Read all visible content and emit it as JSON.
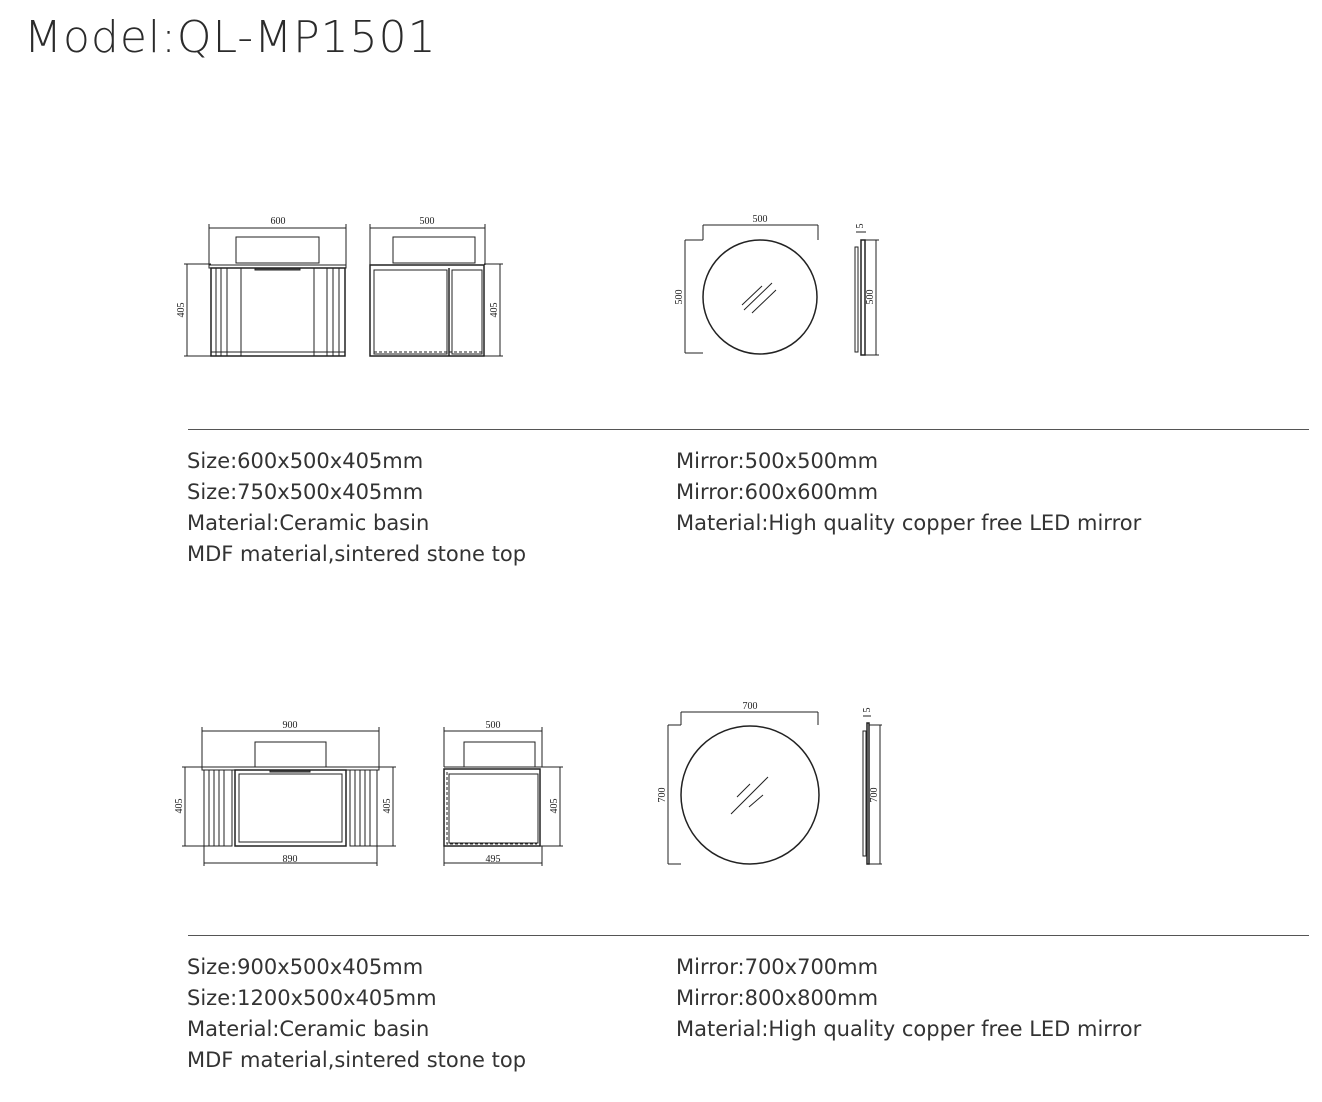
{
  "title": "Model:QL-MP1501",
  "section1": {
    "vanity_specs": [
      "Size:600x500x405mm",
      "Size:750x500x405mm",
      "Material:Ceramic basin",
      "MDF material,sintered stone top"
    ],
    "mirror_specs": [
      "Mirror:500x500mm",
      "Mirror:600x600mm",
      "Material:High quality copper free LED mirror"
    ],
    "dims": {
      "front_width": "600",
      "front_height": "405",
      "side_depth": "500",
      "side_height": "405",
      "mirror_width": "500",
      "mirror_height": "500",
      "mirror_side_height": "500",
      "mirror_thickness": "5"
    }
  },
  "section2": {
    "vanity_specs": [
      "Size:900x500x405mm",
      "Size:1200x500x405mm",
      "Material:Ceramic basin",
      "MDF material,sintered stone top"
    ],
    "mirror_specs": [
      "Mirror:700x700mm",
      "Mirror:800x800mm",
      "Material:High quality copper free LED mirror"
    ],
    "dims": {
      "front_width": "900",
      "front_height_left": "405",
      "front_height_right": "405",
      "front_bottom": "890",
      "side_depth": "500",
      "side_height": "405",
      "side_bottom": "495",
      "mirror_width": "700",
      "mirror_height": "700",
      "mirror_side_height": "700",
      "mirror_thickness": "5"
    }
  }
}
